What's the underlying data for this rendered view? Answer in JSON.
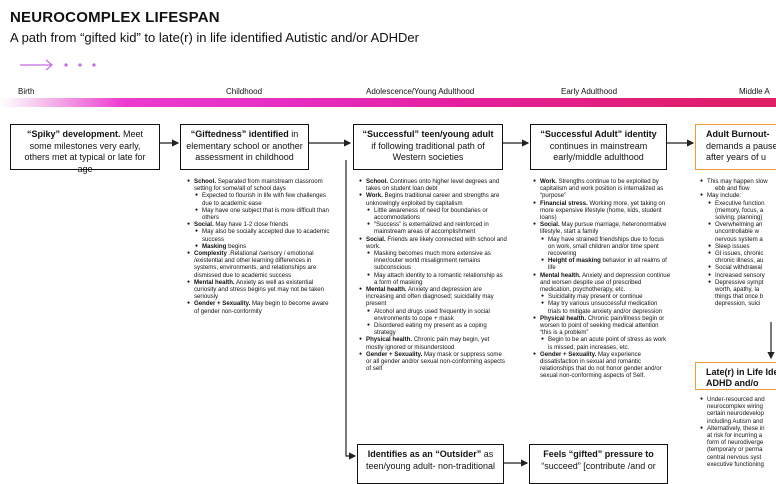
{
  "title": "NEUROCOMPLEX LIFESPAN",
  "subtitle": "A path from “gifted kid” to late(r) in life identified Autistic and/or ADHDer",
  "stages": [
    "Birth",
    "Childhood",
    "Adolescence/Young Adulthood",
    "Early Adulthood",
    "Middle A"
  ],
  "cards": {
    "spiky": {
      "bold": "“Spiky” development.",
      "rest": " Meet some milestones very early, others met at typical or late for age"
    },
    "giftedness": {
      "bold": "“Giftedness” identified",
      "rest": " in elementary school or another assessment in childhood"
    },
    "successful_teen": {
      "bold": "“Successful” teen/young adult",
      "rest": " if following traditional path of Western societies"
    },
    "successful_adult": {
      "bold": "“Successful Adult” identity",
      "rest": " continues in mainstream early/middle adulthood"
    },
    "burnout": {
      "bold": "Adult Burnout-",
      "rest": "demands a pause after years of u"
    },
    "late_id": {
      "bold": "Late(r) in Life Ide",
      "rest": "ADHD and/o"
    },
    "outsider": {
      "bold": "Identifies as an “Outsider”",
      "rest": " as teen/young adult- non-traditional"
    },
    "feels_gifted": {
      "bold": "Feels “gifted” pressure to",
      "rest": "“succeed” [contribute /and or"
    }
  },
  "childhood_list": [
    {
      "lvl": 0,
      "bold": "School.",
      "text": " Separated from mainstream classroom setting for some/all of school days"
    },
    {
      "lvl": 1,
      "text": "Expected to flourish in life with few challenges due to academic ease"
    },
    {
      "lvl": 1,
      "text": "May have one subject that is more difficult than others"
    },
    {
      "lvl": 0,
      "bold": "Social.",
      "text": " May have 1-2 close friends"
    },
    {
      "lvl": 1,
      "text": "May also be socially accepted due to academic success"
    },
    {
      "lvl": 1,
      "bold": "Masking",
      "text": " begins"
    },
    {
      "lvl": 0,
      "bold": "Complexity",
      "text": " .Relational /sensory / emotional /existential and other learning differences in systems, environments, and relationships are dismissed due to academic success"
    },
    {
      "lvl": 0,
      "bold": "Mental health.",
      "text": " Anxiety as well as existential curiosity and stress begins yet may not be taken seriously"
    },
    {
      "lvl": 0,
      "bold": "Gender + Sexuality.",
      "text": " May begin to become aware of gender non-conformity"
    }
  ],
  "teen_list": [
    {
      "lvl": 0,
      "bold": "School.",
      "text": " Continues onto higher level degrees and takes on student loan debt"
    },
    {
      "lvl": 0,
      "bold": "Work.",
      "text": " Begins traditional career and strengths are unknowingly exploited by capitalism"
    },
    {
      "lvl": 1,
      "text": "Little awareness of need for boundaries or accommodations"
    },
    {
      "lvl": 1,
      "text": "“Success” is externalized and reinforced in mainstream areas of accomplishment"
    },
    {
      "lvl": 0,
      "bold": "Social.",
      "text": " Friends are likely connected with school and work."
    },
    {
      "lvl": 1,
      "text": "Masking becomes much more extensive as inner/outer world misalignment remains subconscious"
    },
    {
      "lvl": 1,
      "text": "May attach identity to a romantic relationship as a form of masking"
    },
    {
      "lvl": 0,
      "bold": "Mental health.",
      "text": " Anxiety and depression are increasing and often diagnosed; suicidality may present"
    },
    {
      "lvl": 1,
      "text": "Alcohol and drugs used frequently in social environments to cope + mask"
    },
    {
      "lvl": 1,
      "text": "Disordered eating my present as a coping strategy"
    },
    {
      "lvl": 0,
      "bold": "Physical health.",
      "text": " Chronic pain may begin, yet mostly ignored or misunderstood"
    },
    {
      "lvl": 0,
      "bold": "Gender + Sexuality.",
      "text": " May mask or suppress some or all gender and/or sexual non-conforming aspects of self"
    }
  ],
  "adult_list": [
    {
      "lvl": 0,
      "bold": "Work.",
      "text": " Strengths continue to be exploited by capitalism and work position is internalized as “purpose”"
    },
    {
      "lvl": 0,
      "bold": "Financial stress.",
      "text": " Working more, yet taking on more expensive lifestyle (home, kids, student loans)"
    },
    {
      "lvl": 0,
      "bold": "Social.",
      "text": " May pursue marriage, heteronormative lifestyle, start a family"
    },
    {
      "lvl": 1,
      "text": "May have strained friendships due to focus on work, small children and/or time spent recovering"
    },
    {
      "lvl": 1,
      "bold": "Height of masking",
      "text": " behavior in all realms of life"
    },
    {
      "lvl": 0,
      "bold": "Mental health.",
      "text": " Anxiety and depression continue and worsen despite use of prescribed medication, psychotherapy, etc."
    },
    {
      "lvl": 1,
      "text": "Suicidality may present or continue"
    },
    {
      "lvl": 1,
      "text": "May try various unsuccessful medication trials to mitigate anxiety and/or depression"
    },
    {
      "lvl": 0,
      "bold": "Physical health.",
      "text": " Chronic pain/illness begin or worsen to point of seeking medical attention “this is a problem”"
    },
    {
      "lvl": 1,
      "text": "Begin to be an acute point of stress as work is missed, pain increases, etc."
    },
    {
      "lvl": 0,
      "bold": "Gender + Sexuality.",
      "text": " May experience dissatisfaction in sexual and romantic relationships that do not honor gender and/or sexual non-conforming aspects of Self."
    }
  ],
  "burnout_list": [
    {
      "lvl": 0,
      "text": "This may happen slow"
    },
    {
      "lvl": 2,
      "text": "ebb and flow"
    },
    {
      "lvl": 0,
      "text": "May include:"
    },
    {
      "lvl": 1,
      "text": "Executive function"
    },
    {
      "lvl": 2,
      "text": "(memory, focus, a"
    },
    {
      "lvl": 2,
      "text": "solving, planning)"
    },
    {
      "lvl": 1,
      "text": "Overwhelming an"
    },
    {
      "lvl": 2,
      "text": "uncontrollable w"
    },
    {
      "lvl": 2,
      "text": "nervous system a"
    },
    {
      "lvl": 1,
      "text": "Sleep issues"
    },
    {
      "lvl": 1,
      "text": "GI issues, chronic"
    },
    {
      "lvl": 2,
      "text": "chronic illness, au"
    },
    {
      "lvl": 1,
      "text": "Social withdrawal"
    },
    {
      "lvl": 1,
      "text": "Increased sensory"
    },
    {
      "lvl": 1,
      "text": "Depressive sympt"
    },
    {
      "lvl": 2,
      "text": "worth, apathy, la"
    },
    {
      "lvl": 2,
      "text": "things that once b"
    },
    {
      "lvl": 2,
      "text": "depression, suici"
    }
  ],
  "late_list": [
    {
      "lvl": 0,
      "text": "Under-resourced and"
    },
    {
      "lvl": 3,
      "text": "neurocomplex wiring"
    },
    {
      "lvl": 3,
      "text": "certain neurodevelop"
    },
    {
      "lvl": 3,
      "text": "including Autism and"
    },
    {
      "lvl": 0,
      "text": "Alternatively, these in"
    },
    {
      "lvl": 3,
      "text": "at risk for incurring a"
    },
    {
      "lvl": 3,
      "text": "form of neurodiverge"
    },
    {
      "lvl": 3,
      "text": "(temporary or perma"
    },
    {
      "lvl": 3,
      "text": "central nervous syst"
    },
    {
      "lvl": 3,
      "text": "executive functioning"
    }
  ],
  "colors": {
    "accent": "#e62fc7",
    "orange": "#f19a3a",
    "text": "#111111"
  }
}
